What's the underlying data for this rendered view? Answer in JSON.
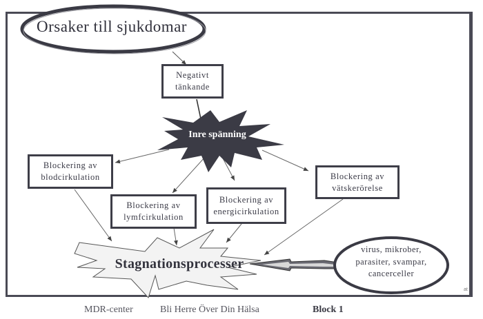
{
  "title": "Orsaker till sjukdomar",
  "nodes": {
    "negativt_tankande": "Negativt\ntänkande",
    "inre_spanning": "Inre spänning",
    "blod": "Blockering av\nblodcirkulation",
    "lymf": "Blockering av\nlymfcirkulation",
    "energi": "Blockering av\nenergicirkulation",
    "vatske": "Blockering av\nvätskerörelse",
    "stagnation": "Stagnationsprocesser",
    "pathogens": "virus, mikrober,\nparasiter, svampar,\ncancerceller"
  },
  "edges": [
    {
      "from": "title",
      "to": "negativt_tankande"
    },
    {
      "from": "negativt_tankande",
      "to": "inre_spanning"
    },
    {
      "from": "inre_spanning",
      "to": "blod"
    },
    {
      "from": "inre_spanning",
      "to": "lymf"
    },
    {
      "from": "inre_spanning",
      "to": "energi"
    },
    {
      "from": "inre_spanning",
      "to": "vatske"
    },
    {
      "from": "blod",
      "to": "stagnation"
    },
    {
      "from": "lymf",
      "to": "stagnation"
    },
    {
      "from": "energi",
      "to": "stagnation"
    },
    {
      "from": "vatske",
      "to": "stagnation"
    },
    {
      "from": "pathogens",
      "to": "stagnation"
    }
  ],
  "corner_mark": "at",
  "footer": {
    "left": "MDR-center",
    "center": "Bli Herre Över Din Hälsa",
    "right": "Block 1"
  }
}
